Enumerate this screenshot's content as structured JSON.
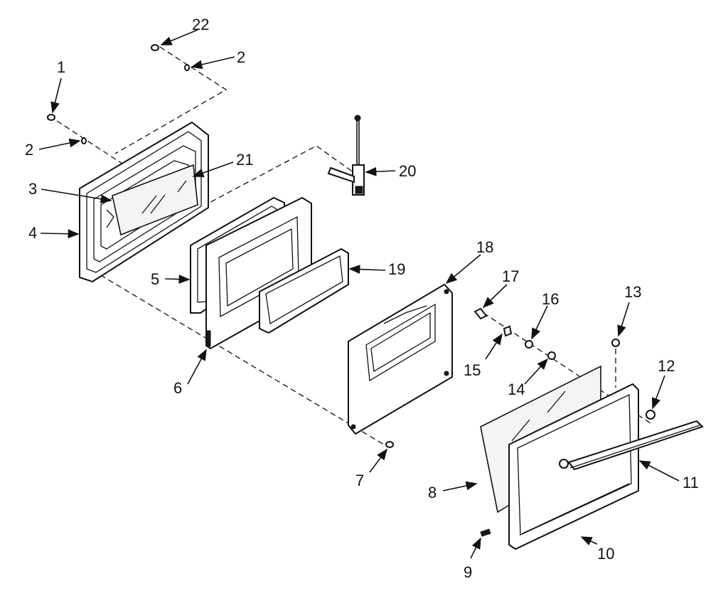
{
  "diagram": {
    "labels": [
      "1",
      "2",
      "2",
      "3",
      "4",
      "5",
      "6",
      "7",
      "8",
      "9",
      "10",
      "11",
      "12",
      "13",
      "14",
      "15",
      "16",
      "17",
      "18",
      "19",
      "20",
      "21",
      "22"
    ]
  }
}
